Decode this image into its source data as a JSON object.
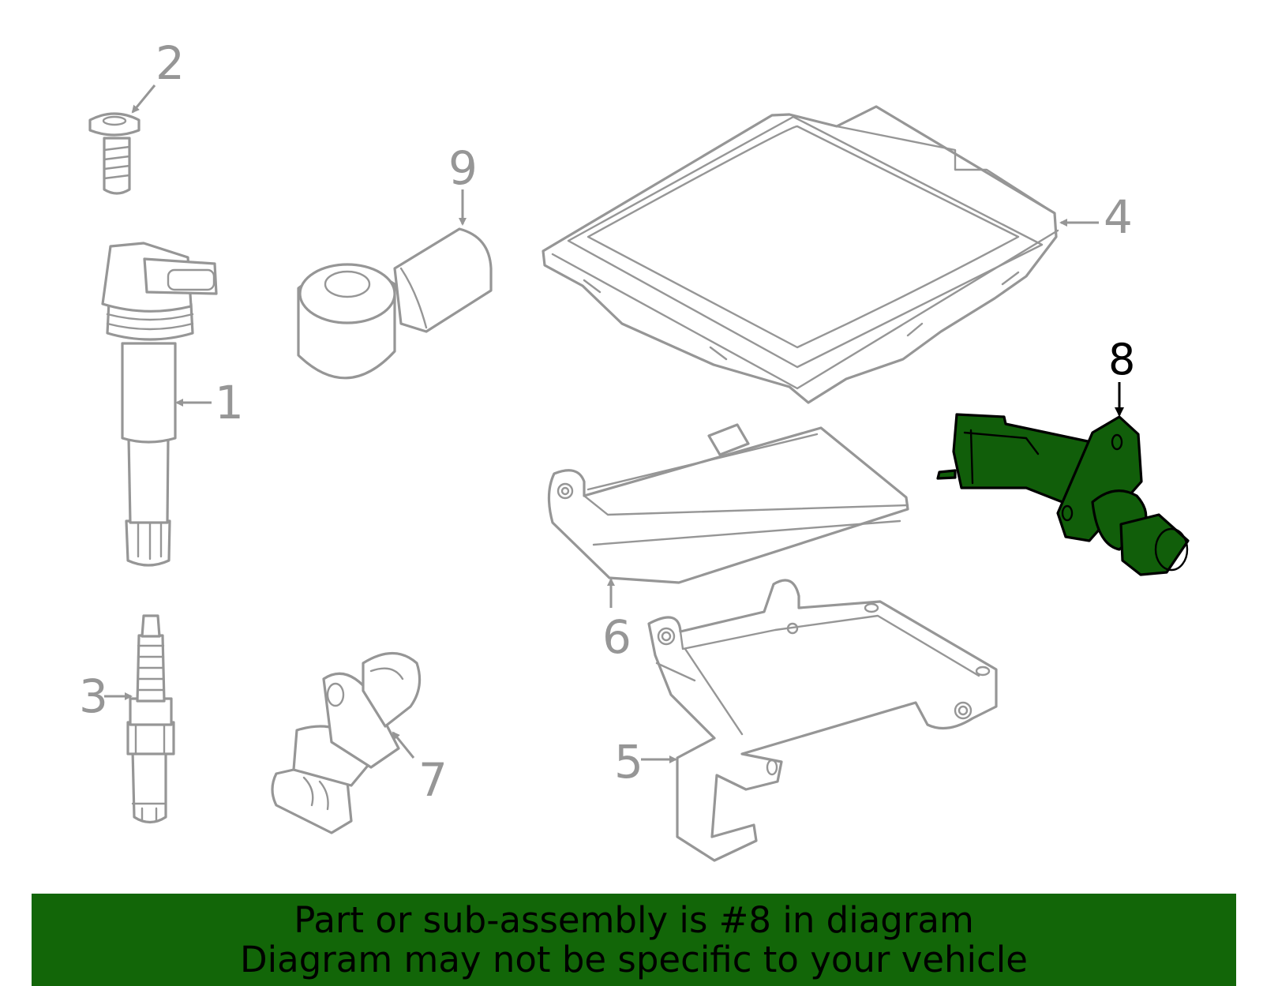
{
  "callouts": {
    "c1": "1",
    "c2": "2",
    "c3": "3",
    "c4": "4",
    "c5": "5",
    "c6": "6",
    "c7": "7",
    "c8": "8",
    "c9": "9"
  },
  "highlight_color": "#115e0a",
  "banner": {
    "line1": "Part or sub-assembly is #8 in diagram",
    "line2": "Diagram may not be specific to your vehicle",
    "color": "#126608"
  }
}
